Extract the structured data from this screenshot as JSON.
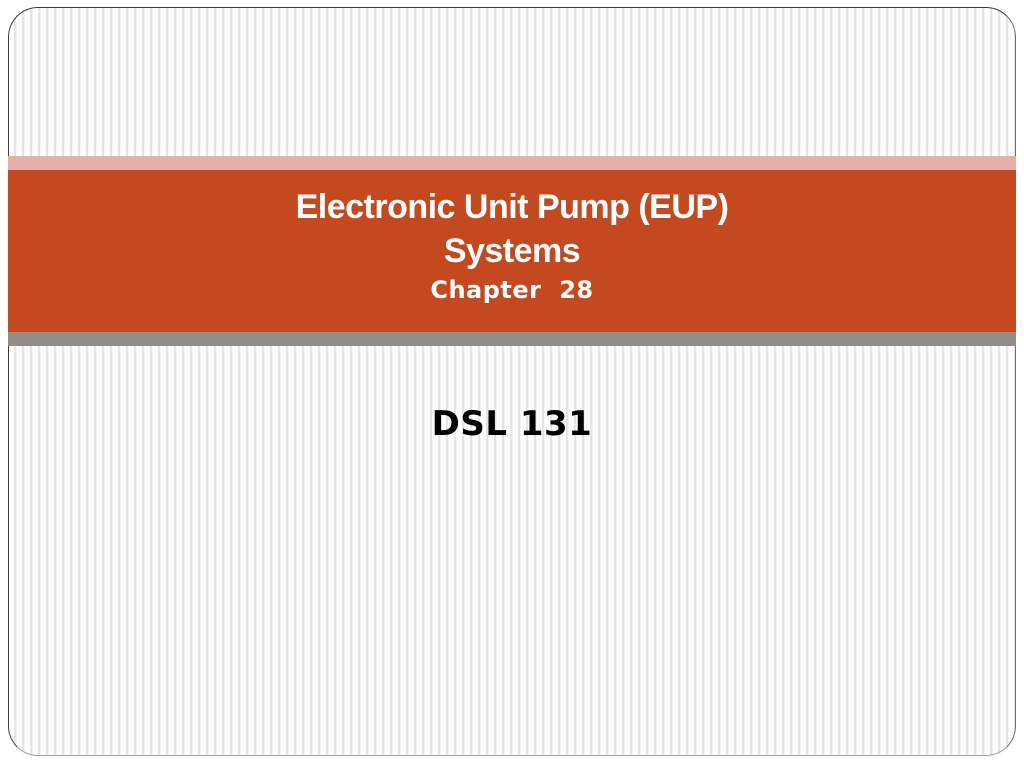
{
  "slide": {
    "title": {
      "line1": "Electronic Unit Pump (EUP)",
      "line2": "Systems",
      "chapter": "Chapter  28"
    },
    "subtitle": "DSL 131"
  },
  "theme": {
    "colors": {
      "banner_orange": "#C5491F",
      "accent_pink": "#E7AFA9",
      "accent_gray": "#948C89",
      "stripe_line": "#DCDCDC",
      "stripe_line_soft": "#EEEEEE",
      "title_text": "#FFFFFF",
      "subtitle_text": "#000000"
    }
  }
}
